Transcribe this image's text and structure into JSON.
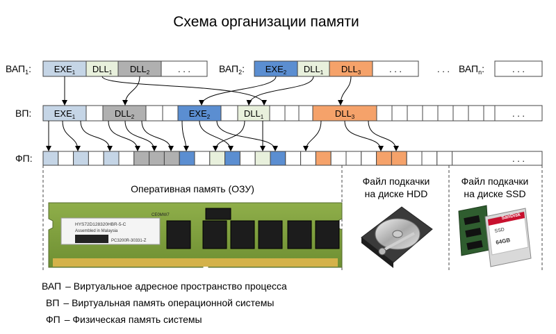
{
  "title": "Схема организации памяти",
  "colors": {
    "exe": "#c5d5e6",
    "exe_active": "#5b8ed1",
    "dll_green": "#e8f0dc",
    "dll_gray": "#b0b0b0",
    "dll_orange": "#f5a26a",
    "cell": "#ffffff",
    "border": "#444444"
  },
  "rows": {
    "vap1": {
      "label": "ВАП",
      "sub": "1",
      "suffix": ":",
      "cells": [
        {
          "text": "EXE",
          "sub": "1",
          "color": "exe"
        },
        {
          "text": "DLL",
          "sub": "1",
          "color": "dll_green"
        },
        {
          "text": "DLL",
          "sub": "2",
          "color": "dll_gray"
        },
        {
          "text": ". . .",
          "sub": "",
          "color": "cell"
        }
      ]
    },
    "vap2": {
      "label": "ВАП",
      "sub": "2",
      "suffix": ":",
      "cells": [
        {
          "text": "EXE",
          "sub": "2",
          "color": "exe_active"
        },
        {
          "text": "DLL",
          "sub": "1",
          "color": "dll_green"
        },
        {
          "text": "DLL",
          "sub": "3",
          "color": "dll_orange"
        },
        {
          "text": ". . .",
          "sub": "",
          "color": "cell"
        }
      ]
    },
    "ellipsis_between": ". . .",
    "vapn": {
      "label": "ВАП",
      "sub": "n",
      "suffix": ":",
      "cells": [
        {
          "text": ". . .",
          "sub": "",
          "color": "cell"
        }
      ]
    },
    "vp": {
      "label": "ВП:",
      "cells": [
        {
          "text": "EXE",
          "sub": "1",
          "color": "exe"
        },
        {
          "text": "DLL",
          "sub": "2",
          "color": "dll_gray"
        },
        {
          "text": "EXE",
          "sub": "2",
          "color": "exe_active"
        },
        {
          "text": "DLL",
          "sub": "1",
          "color": "dll_green"
        },
        {
          "text": "DLL",
          "sub": "3",
          "color": "dll_orange"
        },
        {
          "text": ". . .",
          "sub": "",
          "color": "cell"
        }
      ]
    },
    "fp": {
      "label": "ФП:",
      "cells": [
        "exe",
        "cell",
        "exe",
        "cell",
        "exe",
        "cell",
        "dll_gray",
        "dll_gray",
        "dll_gray",
        "exe_active",
        "cell",
        "dll_green",
        "exe_active",
        "cell",
        "dll_green",
        "exe_active",
        "cell",
        "cell",
        "dll_orange",
        "cell",
        "cell",
        "cell",
        "dll_orange",
        "dll_orange",
        "cell",
        "cell",
        "cell"
      ],
      "ellipsis": ". . ."
    }
  },
  "sections": {
    "ram": "Оперативная память (ОЗУ)",
    "hdd_line1": "Файл подкачки",
    "hdd_line2": "на диске HDD",
    "ssd_line1": "Файл подкачки",
    "ssd_line2": "на диске SSD"
  },
  "ram_module": {
    "sticker_line1": "HYS72D128320HBR-5-C",
    "sticker_line2": "Assembled in Malaysia",
    "sticker_line3": "PC3200R-30331-Z",
    "top_label": "CE0MW7"
  },
  "ssd_drive": {
    "brand": "SanDisk",
    "type": "SSD",
    "capacity": "64GB"
  },
  "legend": [
    {
      "abbr": "ВАП",
      "text": "– Виртуальное адресное пространство процесса"
    },
    {
      "abbr": "ВП",
      "text": "– Виртуальная память операционной системы"
    },
    {
      "abbr": "ФП",
      "text": "– Физическая память системы"
    }
  ]
}
